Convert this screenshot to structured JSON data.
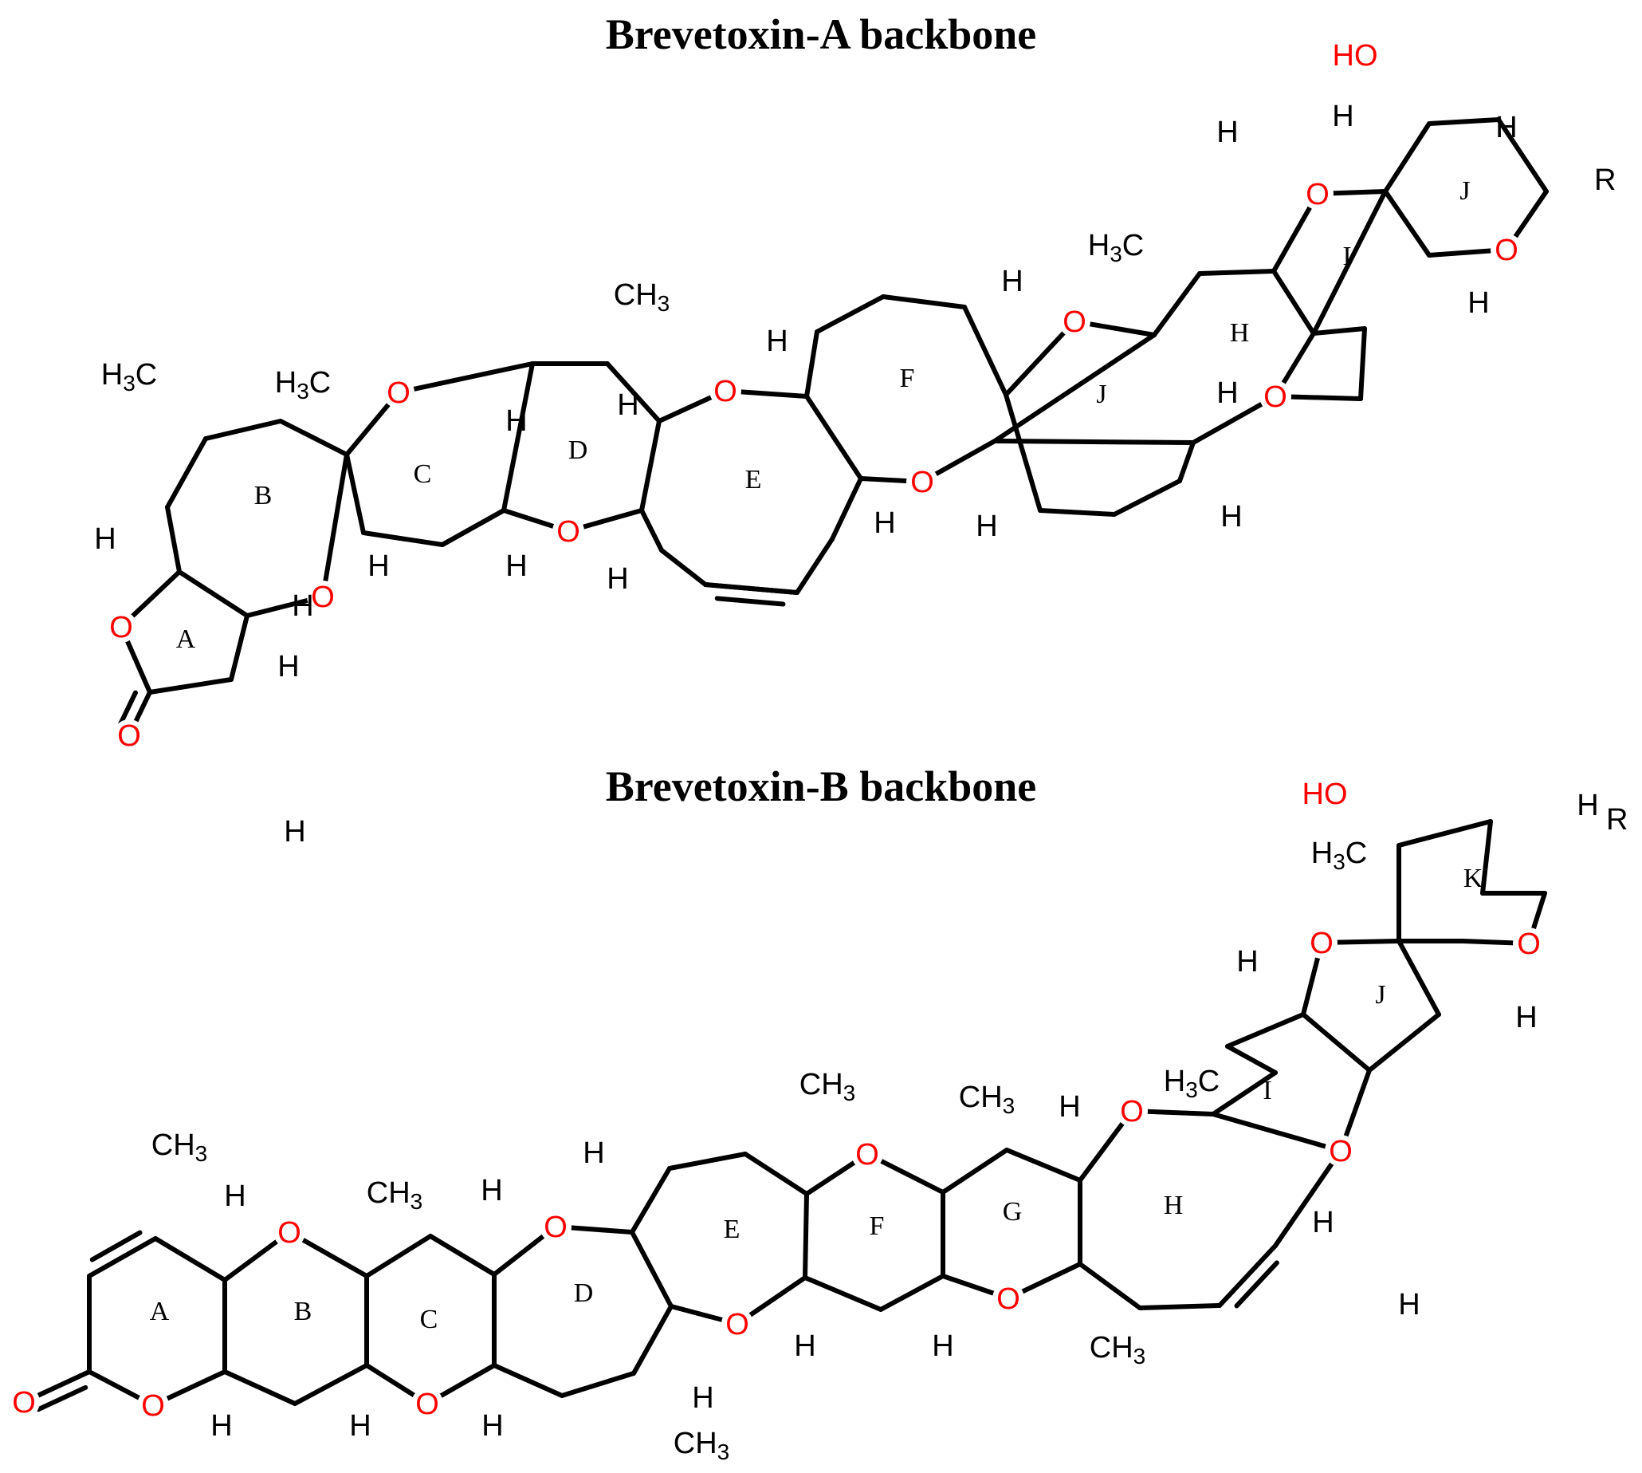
{
  "titles": {
    "a": "Brevetoxin-A backbone",
    "b": "Brevetoxin-B backbone"
  },
  "colors": {
    "bond": "#000000",
    "oxygen": "#ff0000",
    "label": "#000000",
    "background": "#ffffff"
  },
  "structures": [
    {
      "name": "Brevetoxin-A backbone",
      "ring_labels": [
        "A",
        "B",
        "C",
        "D",
        "E",
        "F",
        "J",
        "H",
        "I",
        "J"
      ],
      "substituent_labels": [
        "HO",
        "R",
        "H3C",
        "H3C",
        "CH3",
        "H3C",
        "H",
        "O"
      ]
    },
    {
      "name": "Brevetoxin-B backbone",
      "ring_labels": [
        "A",
        "B",
        "C",
        "D",
        "E",
        "F",
        "G",
        "H",
        "I",
        "J",
        "K"
      ],
      "substituent_labels": [
        "HO",
        "R",
        "H3C",
        "H3C",
        "CH3",
        "CH3",
        "CH3",
        "CH3",
        "CH3",
        "CH3",
        "H",
        "O"
      ]
    }
  ]
}
